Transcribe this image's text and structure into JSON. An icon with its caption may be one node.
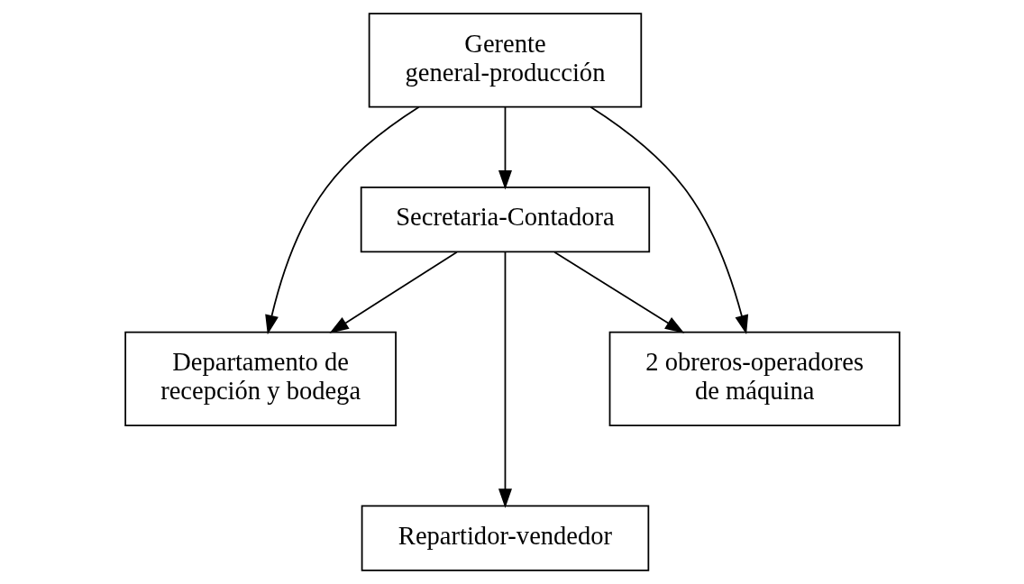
{
  "diagram": {
    "nodes": [
      {
        "text": [
          "Gerente general-producción"
        ]
      },
      {
        "text": [
          "Secretaria-Contadora"
        ]
      },
      {
        "text": [
          "Departamento de recepción y bodega"
        ]
      },
      {
        "text": [
          "2 obreros-operadores de máquina"
        ]
      },
      {
        "text": [
          "Repartidor-vendedor"
        ]
      }
    ],
    "edges": [
      {
        "from": 0,
        "to": 2,
        "arrow": "to"
      },
      {
        "from": 0,
        "to": 1,
        "arrow": "to"
      },
      {
        "from": 0,
        "to": 3,
        "arrow": "to"
      },
      {
        "from": 1,
        "to": 2,
        "arrow": "to"
      },
      {
        "from": 1,
        "to": 3,
        "arrow": "to"
      },
      {
        "from": 1,
        "to": 4,
        "arrow": "to"
      }
    ]
  }
}
